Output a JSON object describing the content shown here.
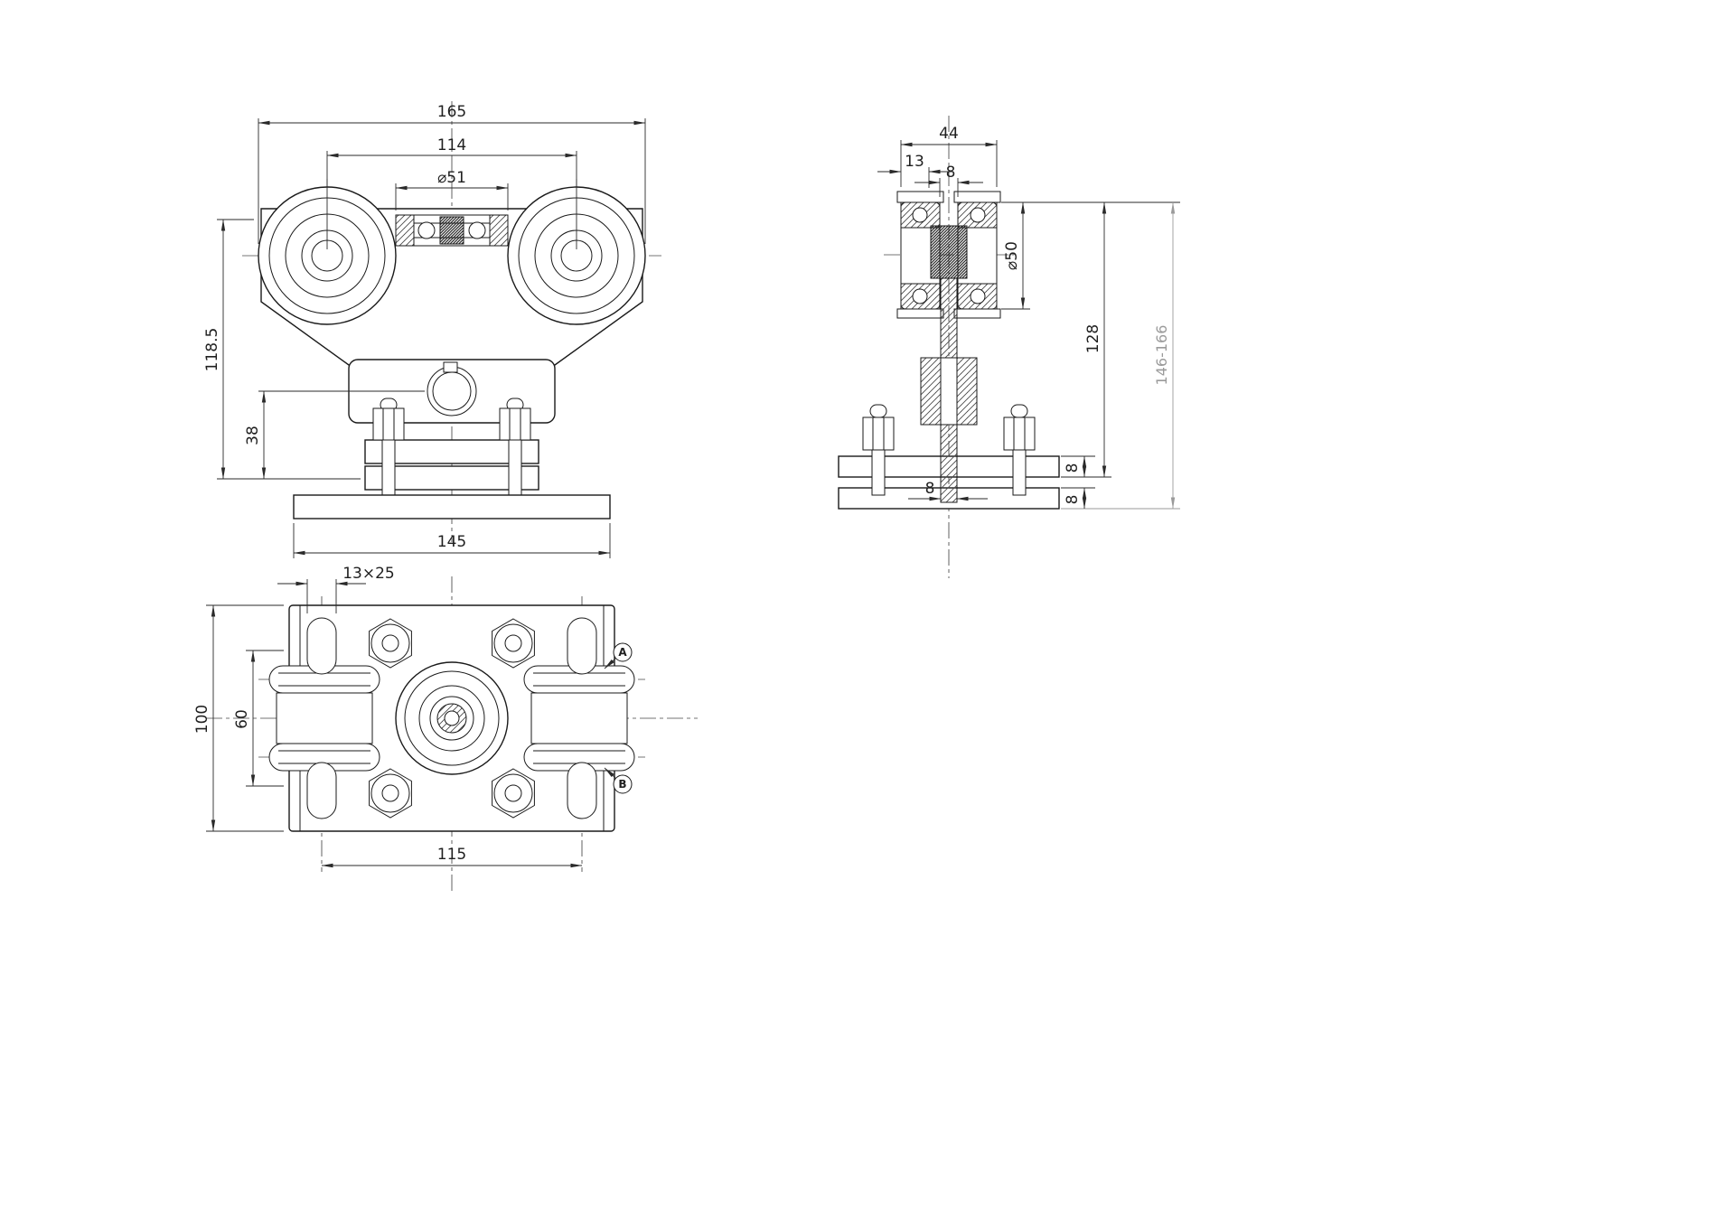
{
  "drawing": {
    "front_view": {
      "dim_overall_width": "165",
      "dim_wheel_centers": "114",
      "dim_bearing_dia": "⌀51",
      "dim_total_height": "118.5",
      "dim_shaft_to_plate": "38",
      "dim_base_width": "145"
    },
    "side_view": {
      "dim_roller_span": "44",
      "dim_flange_width": "13",
      "dim_rail_gap": "8",
      "dim_roller_dia": "⌀50",
      "dim_height": "128",
      "dim_adjust_range": "146-166",
      "dim_upper_plate_thk": "8",
      "dim_lower_plate_thk": "8",
      "dim_shaft_width": "8"
    },
    "plan_view": {
      "dim_slot": "13×25",
      "dim_plate_depth": "100",
      "dim_inner_span": "60",
      "dim_slot_centers": "115",
      "label_a": "A",
      "label_b": "B"
    },
    "colors": {
      "line": "#1a1a1a",
      "dim_line": "#2a2a2a",
      "muted_dim": "#9a9a9a",
      "background": "#ffffff"
    }
  }
}
